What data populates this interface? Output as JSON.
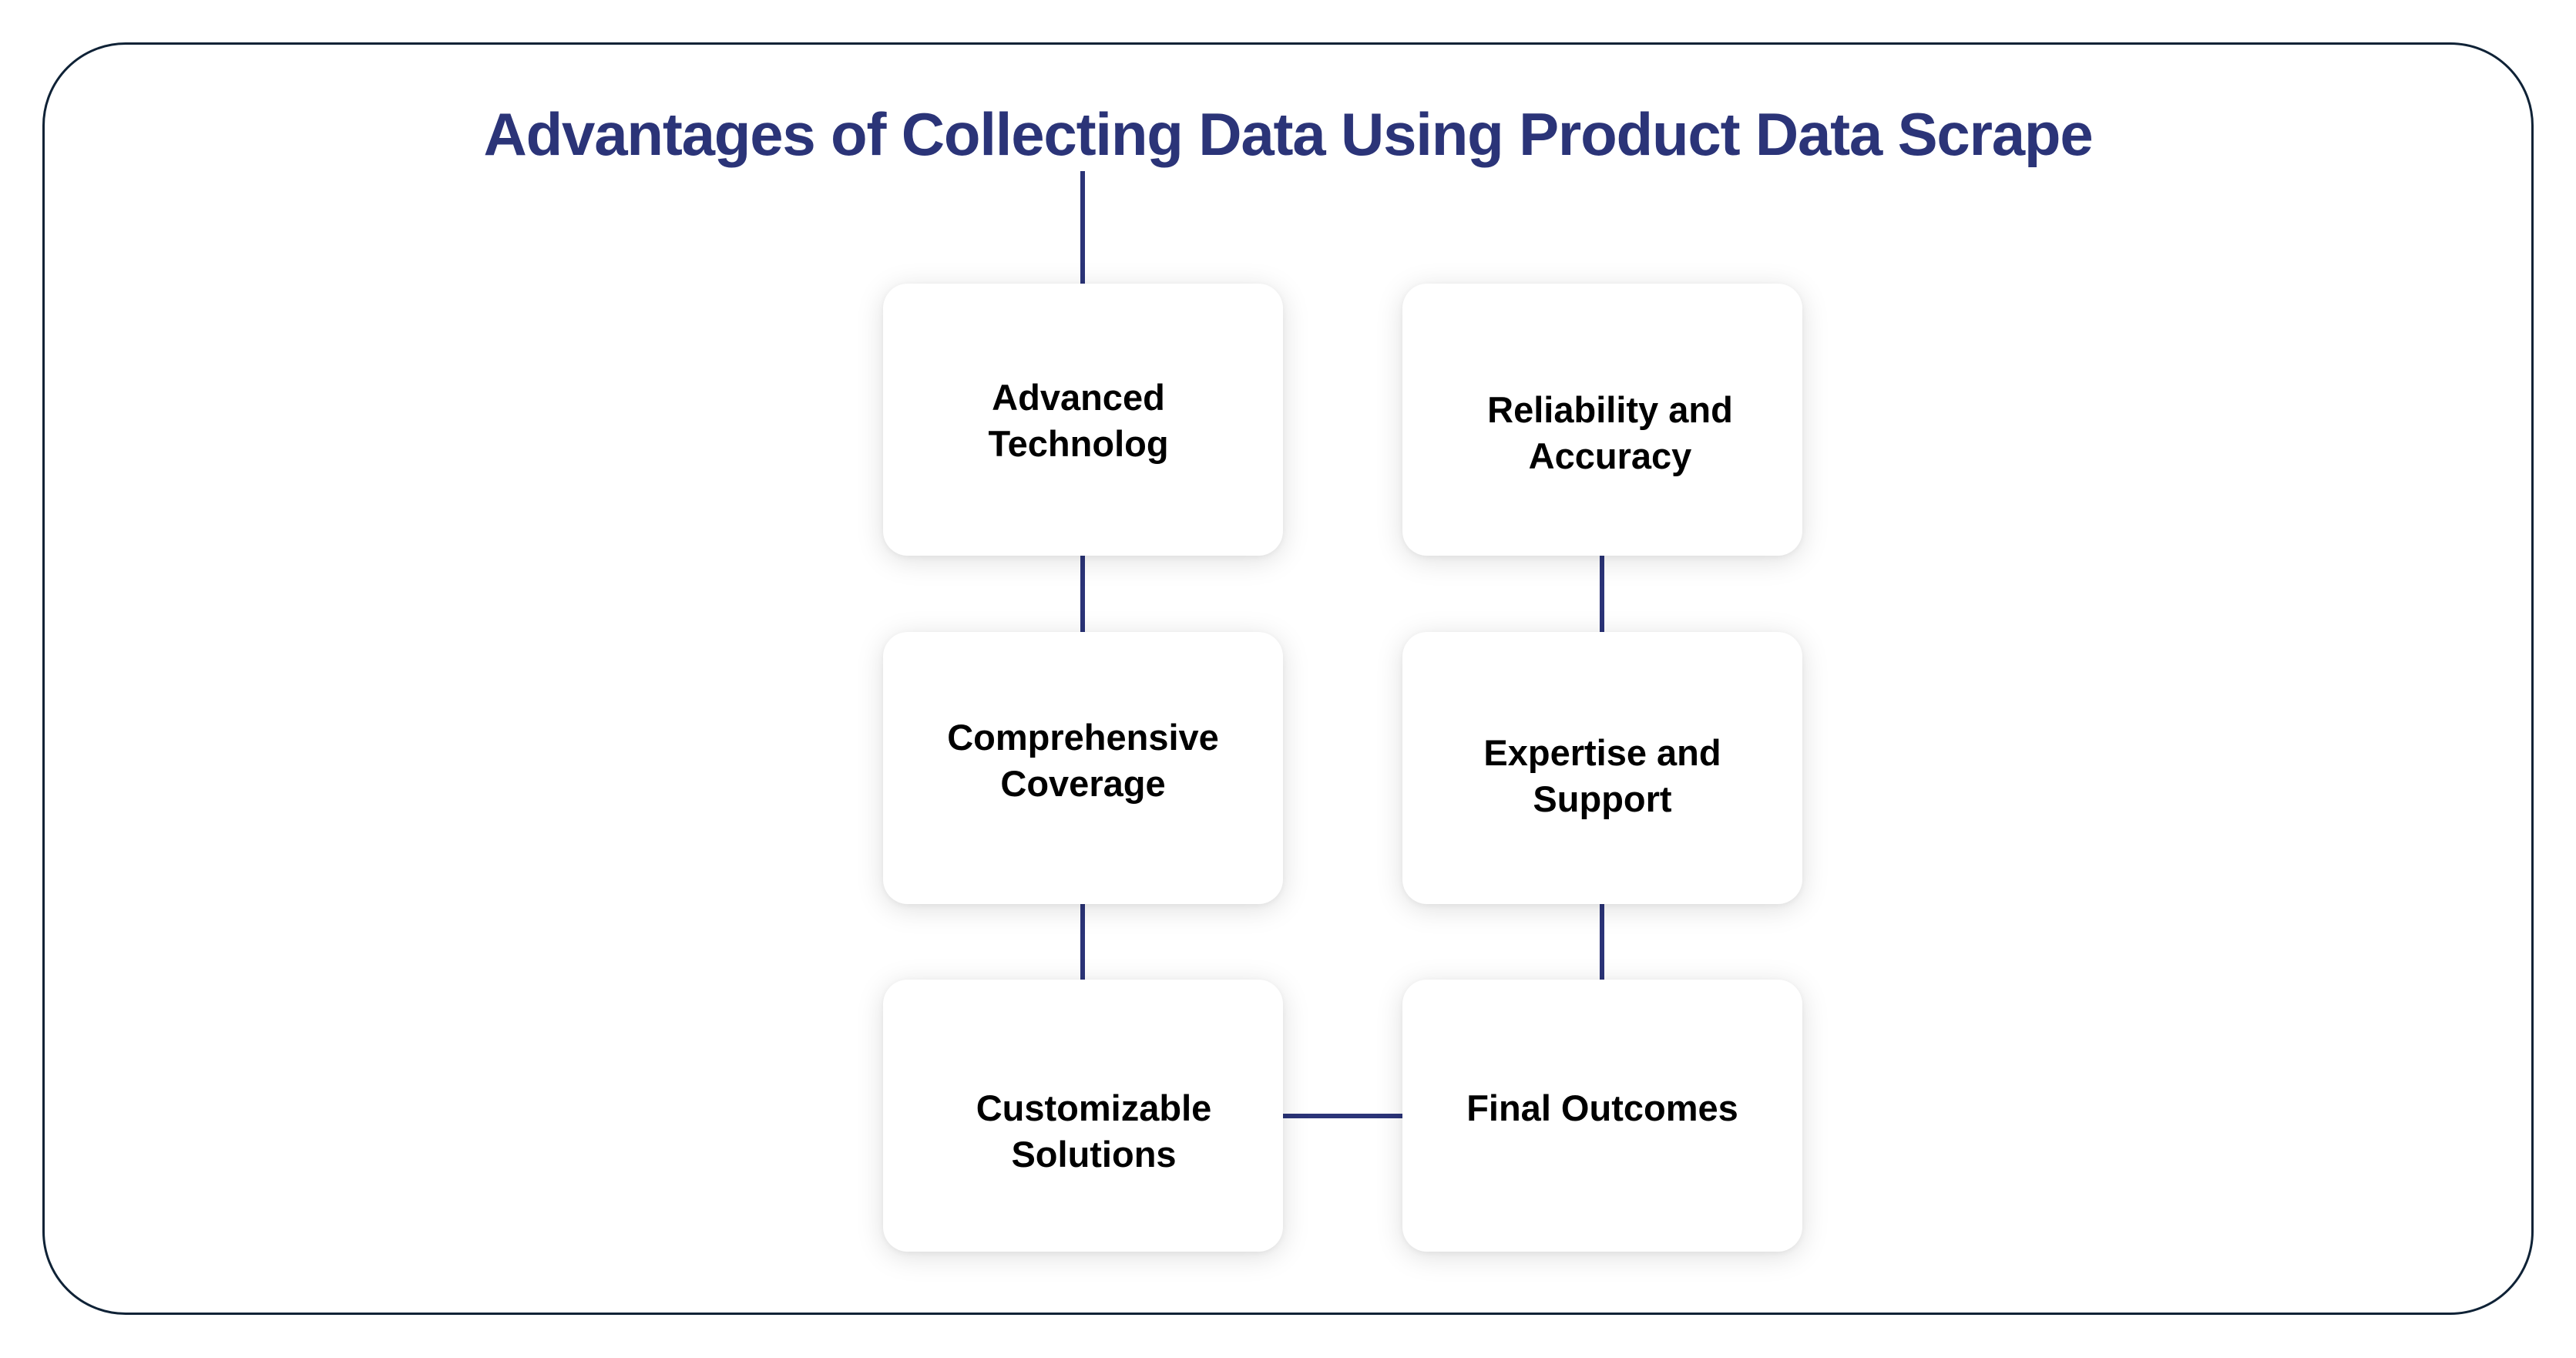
{
  "title": "Advantages of Collecting Data Using Product Data Scrape",
  "colors": {
    "title": "#2b3478",
    "connector": "#2b3478",
    "frame_border": "#0f2236",
    "card_text": "#000000",
    "card_background": "#ffffff"
  },
  "cards": [
    {
      "id": "advanced-technology",
      "lines": [
        "Advanced",
        "Technolog"
      ]
    },
    {
      "id": "reliability-accuracy",
      "lines": [
        "Reliability and",
        "Accuracy"
      ]
    },
    {
      "id": "comprehensive-coverage",
      "lines": [
        "Comprehensive",
        "Coverage"
      ]
    },
    {
      "id": "expertise-support",
      "lines": [
        "Expertise and",
        "Support"
      ]
    },
    {
      "id": "customizable-solutions",
      "lines": [
        "Customizable",
        "Solutions"
      ]
    },
    {
      "id": "final-outcomes",
      "lines": [
        "Final Outcomes"
      ]
    }
  ],
  "flow": [
    [
      "title",
      "advanced-technology"
    ],
    [
      "advanced-technology",
      "comprehensive-coverage"
    ],
    [
      "comprehensive-coverage",
      "customizable-solutions"
    ],
    [
      "customizable-solutions",
      "final-outcomes"
    ],
    [
      "reliability-accuracy",
      "expertise-support"
    ],
    [
      "expertise-support",
      "final-outcomes"
    ]
  ]
}
